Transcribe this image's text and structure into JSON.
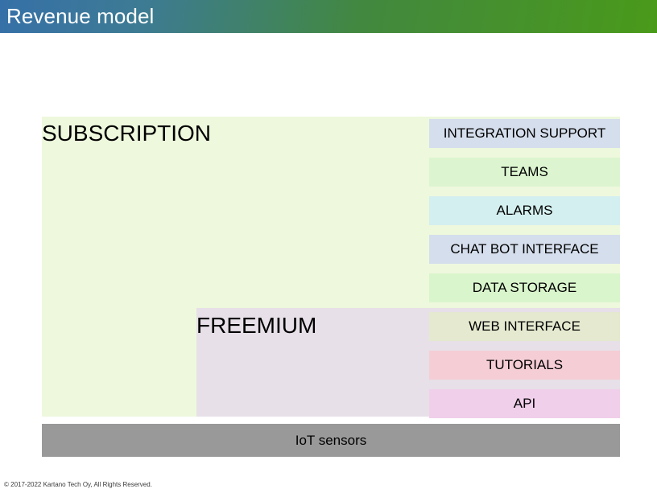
{
  "header": {
    "title": "Revenue model",
    "gradient_from": "#3670a8",
    "gradient_to": "#4a9a1a"
  },
  "diagram": {
    "tiers": [
      {
        "id": "subscription",
        "label": "SUBSCRIPTION",
        "color": "#eef8dd"
      },
      {
        "id": "freemium",
        "label": "FREEMIUM",
        "color": "#e7e0e8"
      }
    ],
    "features": [
      {
        "label": "INTEGRATION SUPPORT",
        "color": "#d5deec",
        "tier": "subscription"
      },
      {
        "label": "TEAMS",
        "color": "#dcf5d0",
        "tier": "subscription"
      },
      {
        "label": "ALARMS",
        "color": "#d4efef",
        "tier": "subscription"
      },
      {
        "label": "CHAT BOT INTERFACE",
        "color": "#d5deec",
        "tier": "subscription"
      },
      {
        "label": "DATA STORAGE",
        "color": "#d9f5cc",
        "tier": "subscription"
      },
      {
        "label": "WEB INTERFACE",
        "color": "#e4e9cf",
        "tier": "freemium"
      },
      {
        "label": "TUTORIALS",
        "color": "#f5cdd5",
        "tier": "freemium"
      },
      {
        "label": "API",
        "color": "#f0cfea",
        "tier": "freemium"
      }
    ],
    "foundation": {
      "label": "IoT sensors",
      "color": "#999999"
    }
  },
  "footer": {
    "copyright": "© 2017-2022 Kartano Tech Oy, All Rights Reserved."
  }
}
